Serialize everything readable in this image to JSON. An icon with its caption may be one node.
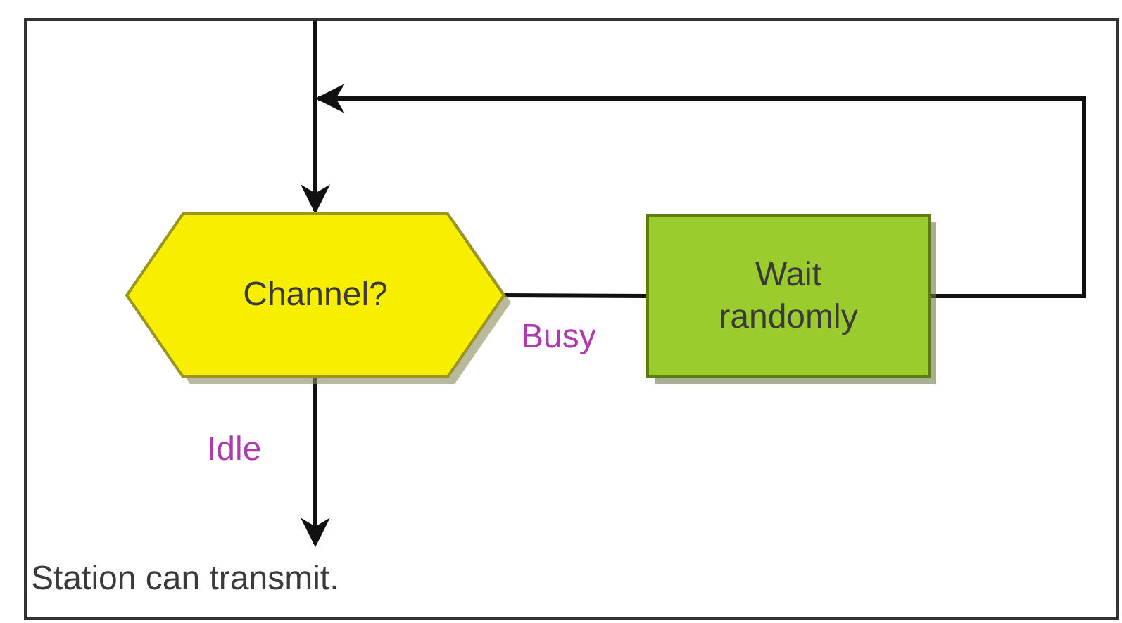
{
  "diagram": {
    "nodes": [
      {
        "text": [
          "Channel?"
        ]
      },
      {
        "text": [
          "Wait randomly"
        ]
      },
      {
        "text": [
          "Station can transmit."
        ]
      }
    ],
    "edges": [
      {
        "from": null,
        "to": 0,
        "arrow": "to"
      },
      {
        "from": 0,
        "to": 1,
        "arrow": "none",
        "label": "Busy"
      },
      {
        "from": 1,
        "to": 0,
        "arrow": "to"
      },
      {
        "from": 0,
        "to": 2,
        "arrow": "to",
        "label": "Idle"
      }
    ]
  }
}
